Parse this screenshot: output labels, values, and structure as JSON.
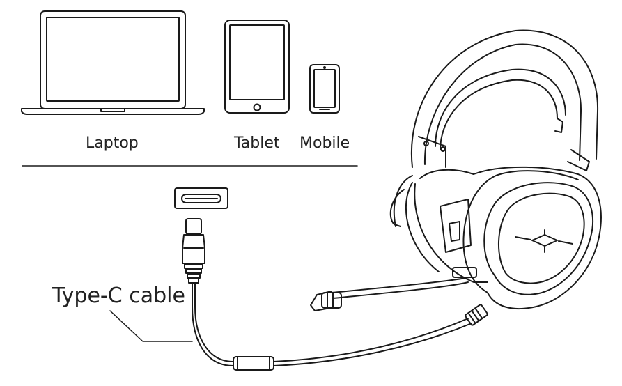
{
  "labels": {
    "laptop": "Laptop",
    "tablet": "Tablet",
    "mobile": "Mobile",
    "cable": "Type-C cable"
  },
  "icons": {
    "laptop": "laptop-icon",
    "tablet": "tablet-icon",
    "mobile": "mobile-phone-icon",
    "port": "usb-c-port-icon",
    "headset": "gaming-headset-icon"
  },
  "colors": {
    "line": "#1a1a1a",
    "background": "#ffffff"
  }
}
